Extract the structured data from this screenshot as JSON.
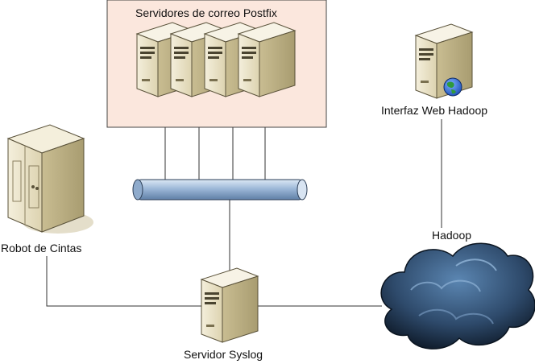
{
  "cluster": {
    "title": "Servidores de correo Postfix"
  },
  "nodes": {
    "web_ui": {
      "label": "Interfaz Web Hadoop",
      "icon": "web-server-globe-icon"
    },
    "hadoop": {
      "label": "Hadoop",
      "icon": "cloud-icon"
    },
    "tape": {
      "label": "Robot de Cintas",
      "icon": "tape-library-icon"
    },
    "syslog": {
      "label": "Servidor Syslog",
      "icon": "server-tower-icon"
    },
    "bus": {
      "icon": "network-bus-pipe-icon"
    }
  },
  "colors": {
    "cluster_bg": "#fbe7dd",
    "server_body": "#e9e2c6",
    "pipe": "#a9c3e0",
    "cloud": "#3a5676"
  }
}
